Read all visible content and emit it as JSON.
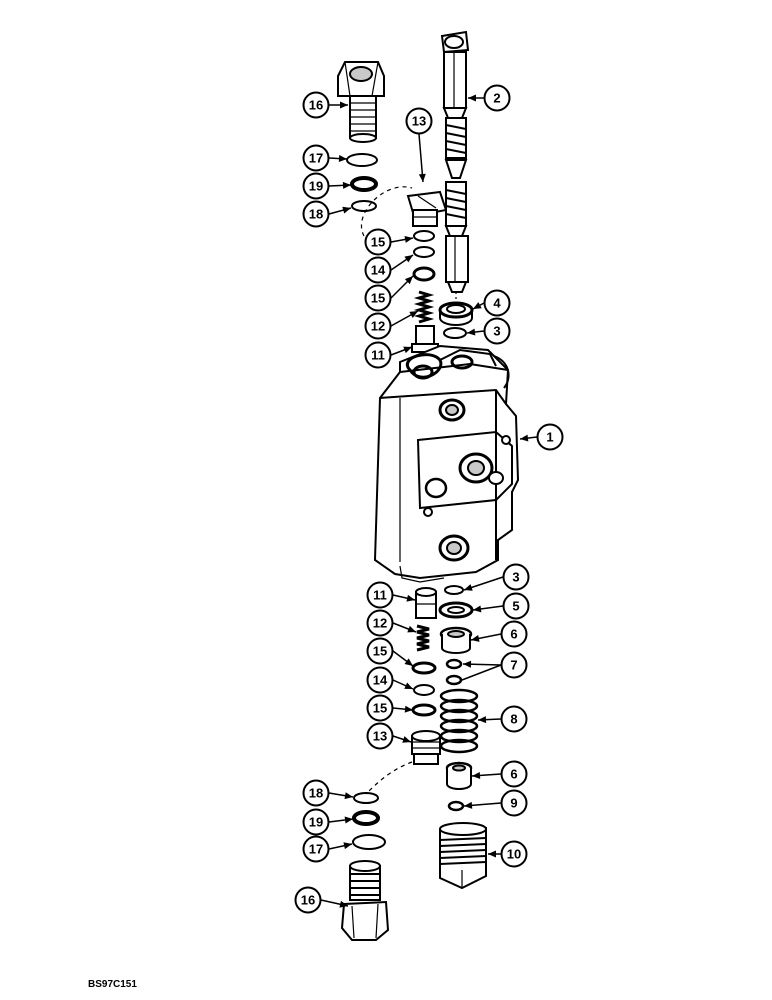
{
  "diagram": {
    "type": "exploded parts view",
    "drawing_code": "BS97C151",
    "callouts": [
      "1",
      "2",
      "3",
      "4",
      "5",
      "6",
      "7",
      "8",
      "9",
      "10",
      "11",
      "12",
      "13",
      "14",
      "15",
      "16",
      "17",
      "18",
      "19"
    ]
  }
}
